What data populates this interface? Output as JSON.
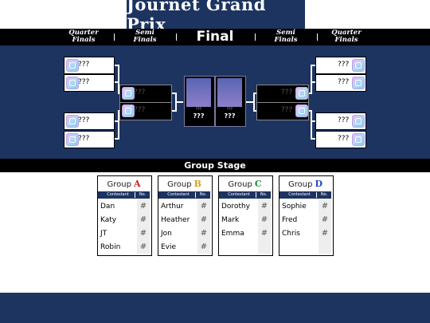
{
  "title": "Journet Grand Prix",
  "rounds": {
    "quarter_left": "Quarter\nFinals",
    "semi_left": "Semi\nFinals",
    "final": "Final",
    "semi_right": "Semi\nFinals",
    "quarter_right": "Quarter\nFinals"
  },
  "bracket": {
    "quarter_left": [
      "???",
      "???",
      "???",
      "???"
    ],
    "semi_left": [
      "???",
      "???"
    ],
    "final_cards": [
      {
        "small": "???",
        "big": "???"
      },
      {
        "small": "???",
        "big": "???"
      }
    ],
    "semi_right": [
      "???",
      "???"
    ],
    "quarter_right": [
      "???",
      "???",
      "???",
      "???"
    ]
  },
  "group_stage_label": "Group Stage",
  "groups": [
    {
      "label": "Group",
      "letter": "A",
      "letter_color": "#c81e1e",
      "col_contestant": "Contestant",
      "col_no": "No.",
      "members": [
        "Dan",
        "Katy",
        "JT",
        "Robin"
      ],
      "number_mark": "#"
    },
    {
      "label": "Group",
      "letter": "B",
      "letter_color": "#d8a21a",
      "col_contestant": "Contestant",
      "col_no": "No.",
      "members": [
        "Arthur",
        "Heather",
        "Jon",
        "Evie"
      ],
      "number_mark": "#"
    },
    {
      "label": "Group",
      "letter": "C",
      "letter_color": "#1e8c3a",
      "col_contestant": "Contestant",
      "col_no": "No.",
      "members": [
        "Dorothy",
        "Mark",
        "Emma"
      ],
      "number_mark": "#"
    },
    {
      "label": "Group",
      "letter": "D",
      "letter_color": "#1e49c8",
      "col_contestant": "Contestant",
      "col_no": "No.",
      "members": [
        "Sophie",
        "Fred",
        "Chris"
      ],
      "number_mark": "#"
    }
  ],
  "colors": {
    "navy": "#1d3461",
    "black": "#000000",
    "white": "#ffffff"
  }
}
